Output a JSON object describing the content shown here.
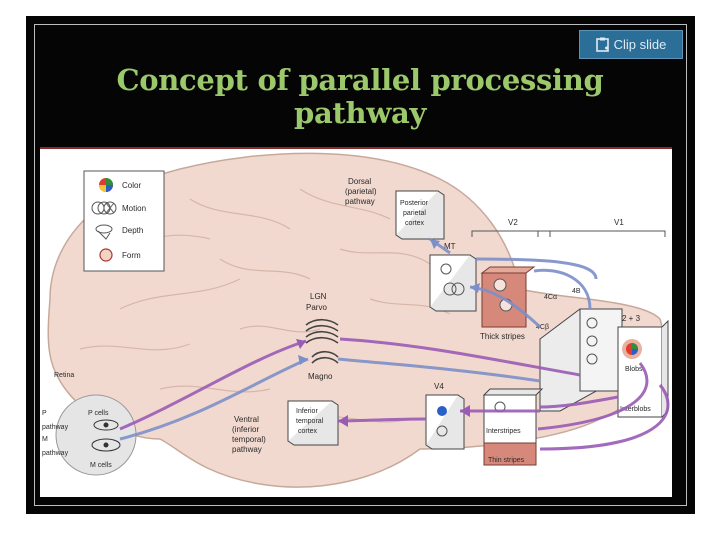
{
  "toolbar": {
    "clip_label": "Clip slide"
  },
  "slide": {
    "title_line1": "Concept of parallel processing",
    "title_line2": "pathway"
  },
  "figure": {
    "legend": [
      "Color",
      "Motion",
      "Depth",
      "Form"
    ],
    "dorsal": [
      "Dorsal",
      "(parietal)",
      "pathway"
    ],
    "posterior": [
      "Posterior",
      "parietal",
      "cortex"
    ],
    "ventral": [
      "Ventral",
      "(inferior",
      "temporal)",
      "pathway"
    ],
    "inferior": [
      "Inferior",
      "temporal",
      "cortex"
    ],
    "lgn": "LGN",
    "parvo": "Parvo",
    "magno": "Magno",
    "retina": "Retina",
    "p_cells": "P cells",
    "m_cells": "M cells",
    "p_pathway": "pathway",
    "m_pathway": "pathway",
    "p_letter": "P",
    "m_letter": "M",
    "v1": "V1",
    "v2": "V2",
    "v4": "V4",
    "mt": "MT",
    "thick_stripes": "Thick stripes",
    "interstripes": "Interstripes",
    "thin_stripes": "Thin stripes",
    "layer_4ca": "4Cα",
    "layer_4cb": "4Cβ",
    "layer_4b": "4B",
    "layer_23": "2 + 3",
    "blobs": "Blobs",
    "interblobs": "Interblobs",
    "colors": {
      "magno_path": "#7d8fc8",
      "parvo_path": "#9a5bb5",
      "brain": "#f1d9cf",
      "title": "#9bc86a"
    }
  }
}
